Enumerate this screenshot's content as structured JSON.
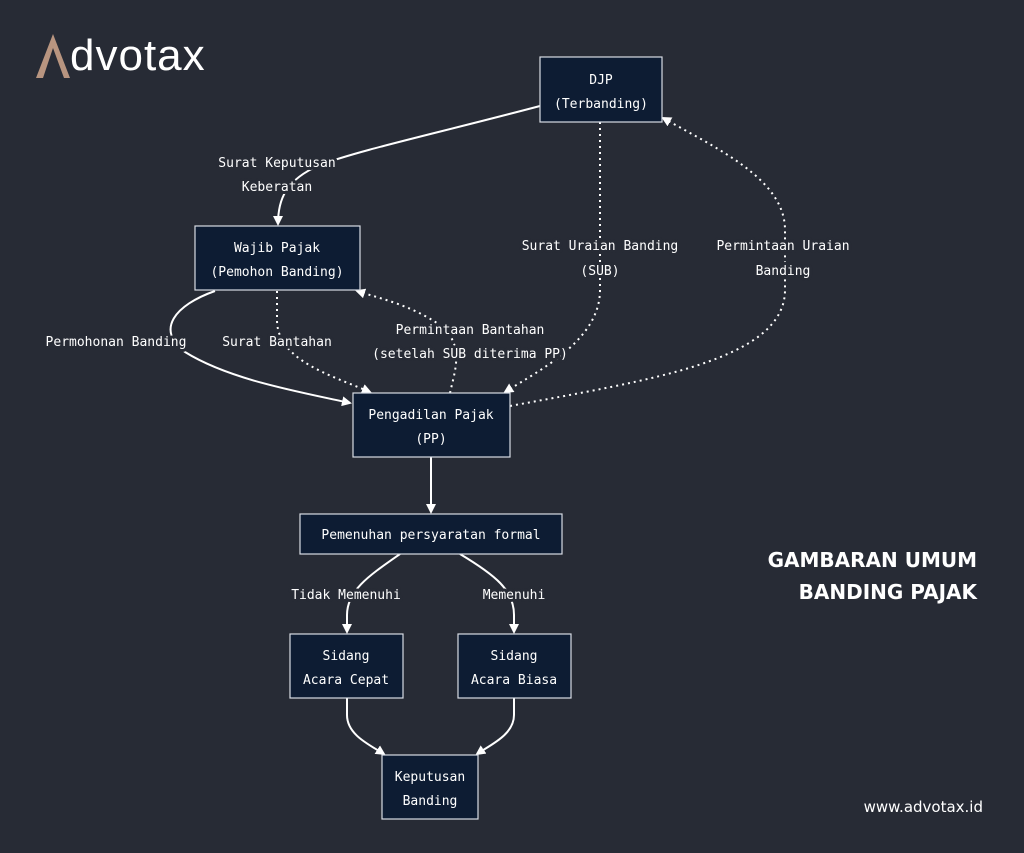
{
  "brand": {
    "logo_text": "dvotax",
    "logo_letter": "A",
    "website": "www.advotax.id"
  },
  "title": {
    "line1": "GAMBARAN UMUM",
    "line2": "BANDING PAJAK"
  },
  "nodes": {
    "djp": [
      "DJP",
      "(Terbanding)"
    ],
    "wp": [
      "Wajib Pajak",
      "(Pemohon Banding)"
    ],
    "pp": [
      "Pengadilan Pajak",
      "(PP)"
    ],
    "formal": [
      "Pemenuhan persyaratan formal"
    ],
    "cepat": [
      "Sidang",
      "Acara Cepat"
    ],
    "biasa": [
      "Sidang",
      "Acara Biasa"
    ],
    "keputusan": [
      "Keputusan",
      "Banding"
    ]
  },
  "edges": {
    "skk": [
      "Surat Keputusan",
      "Keberatan"
    ],
    "sub": [
      "Surat Uraian Banding",
      "(SUB)"
    ],
    "pub": [
      "Permintaan Uraian",
      "Banding"
    ],
    "permohonan": [
      "Permohonan Banding"
    ],
    "bantahan": [
      "Surat Bantahan"
    ],
    "pbantahan": [
      "Permintaan Bantahan",
      "(setelah SUB diterima PP)"
    ],
    "tidak": [
      "Tidak Memenuhi"
    ],
    "memenuhi": [
      "Memenuhi"
    ]
  },
  "colors": {
    "background": "#272b35",
    "node_fill": "#0d1c33",
    "logo_accent": "#b89580"
  }
}
